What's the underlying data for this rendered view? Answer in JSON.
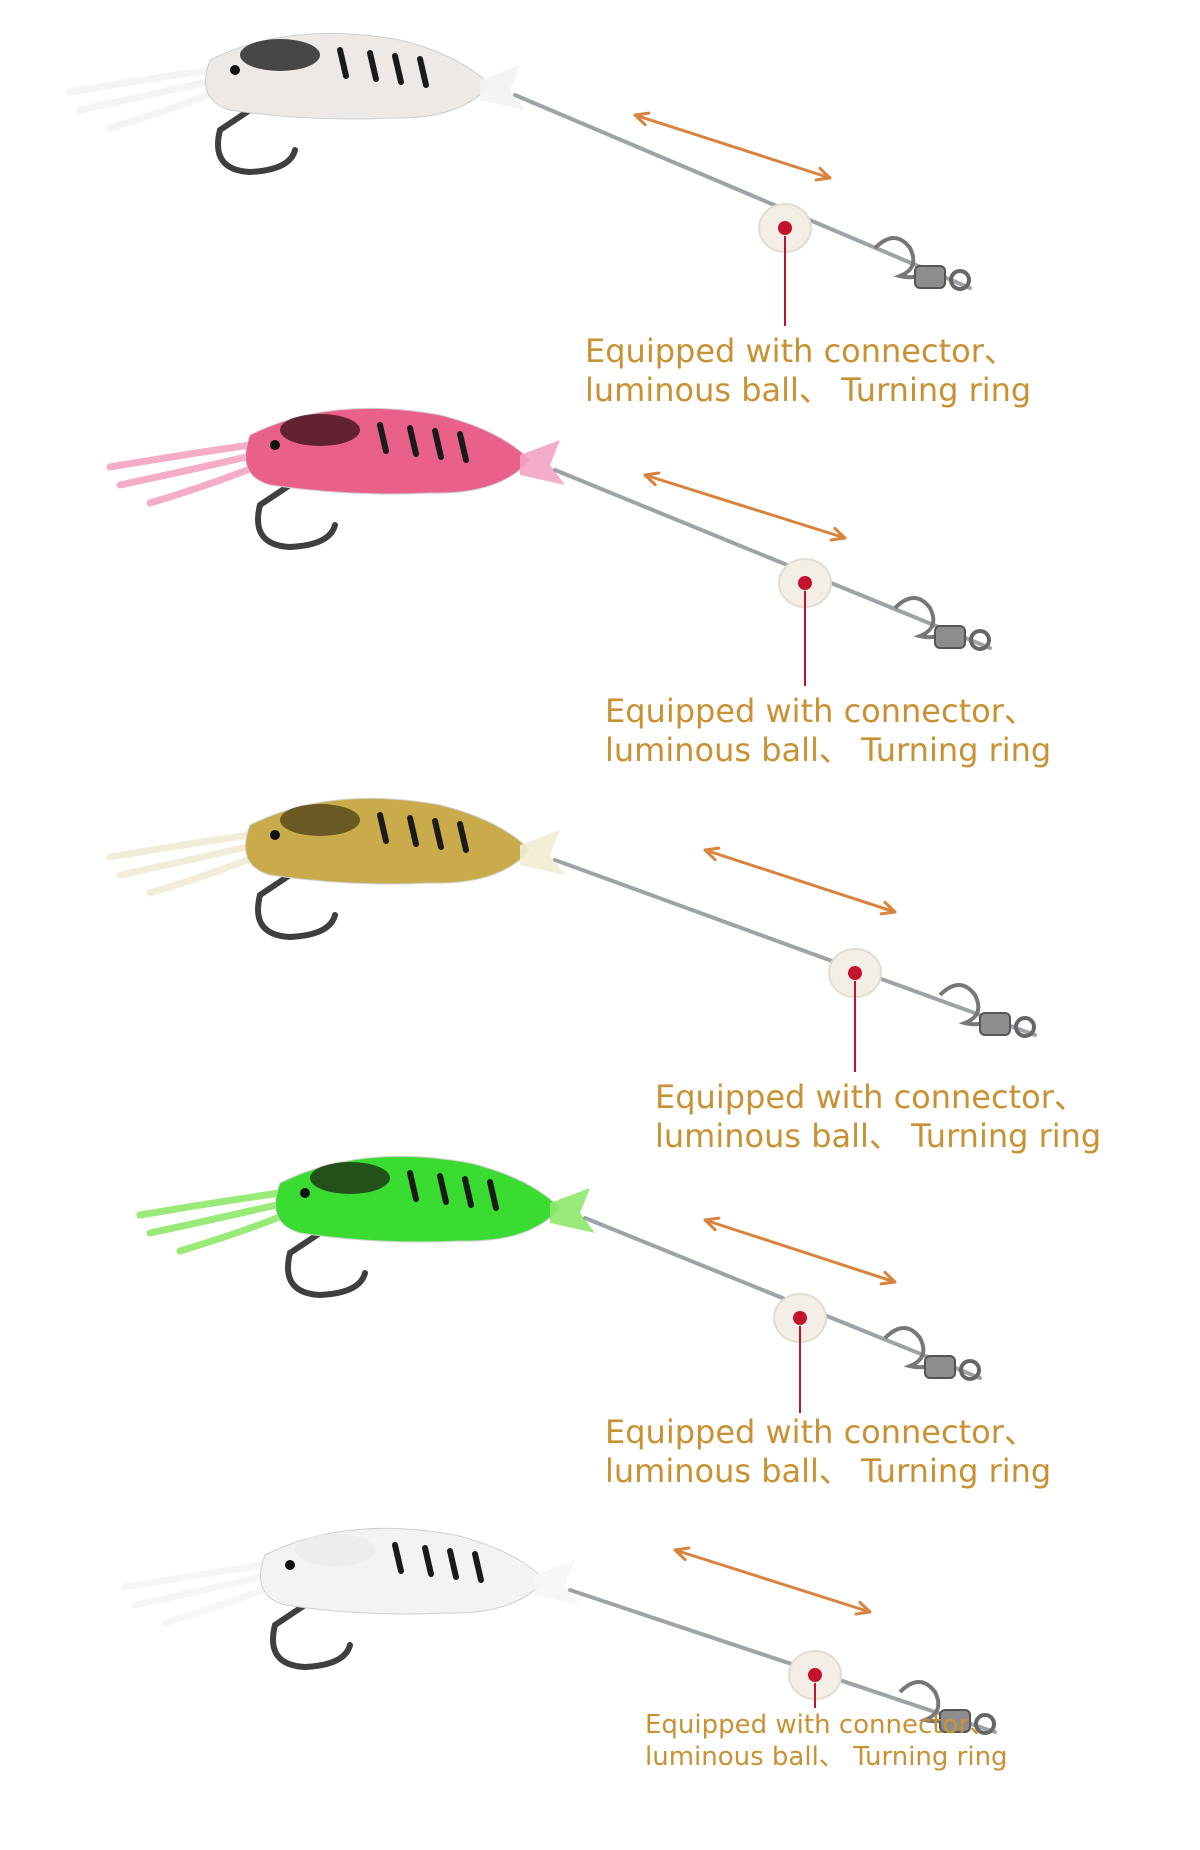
{
  "lures": [
    {
      "color_name": "black-white",
      "body_color": "#ece9e6",
      "head_color": "#2a2a2a",
      "tail_color": "#f3f3f3",
      "caption_line1": "Equipped with connector、",
      "caption_line2": "luminous ball、 Turning ring"
    },
    {
      "color_name": "pink",
      "body_color": "#e9608a",
      "head_color": "#4a1822",
      "tail_color": "#f3a4c2",
      "caption_line1": "Equipped with connector、",
      "caption_line2": "luminous ball、 Turning ring"
    },
    {
      "color_name": "yellow",
      "body_color": "#c9ab4c",
      "head_color": "#5a4a1d",
      "tail_color": "#f1ecd4",
      "caption_line1": "Equipped with connector、",
      "caption_line2": "luminous ball、 Turning ring"
    },
    {
      "color_name": "green",
      "body_color": "#3bdc32",
      "head_color": "#1e3a16",
      "tail_color": "#8ee86a",
      "caption_line1": "Equipped with connector、",
      "caption_line2": "luminous ball、 Turning ring"
    },
    {
      "color_name": "clear-white",
      "body_color": "#f3f3f3",
      "head_color": "#ebebeb",
      "tail_color": "#f6f6f6",
      "caption_line1": "Equipped with connector、",
      "caption_line2": "luminous ball、 Turning ring"
    }
  ],
  "colors": {
    "arrow": "#d9833e",
    "caption": "#c89234",
    "wire": "#9ea3a8",
    "ball": "#f3efe6",
    "ball_dot": "#c1122e",
    "hook": "#3f3f3f"
  }
}
